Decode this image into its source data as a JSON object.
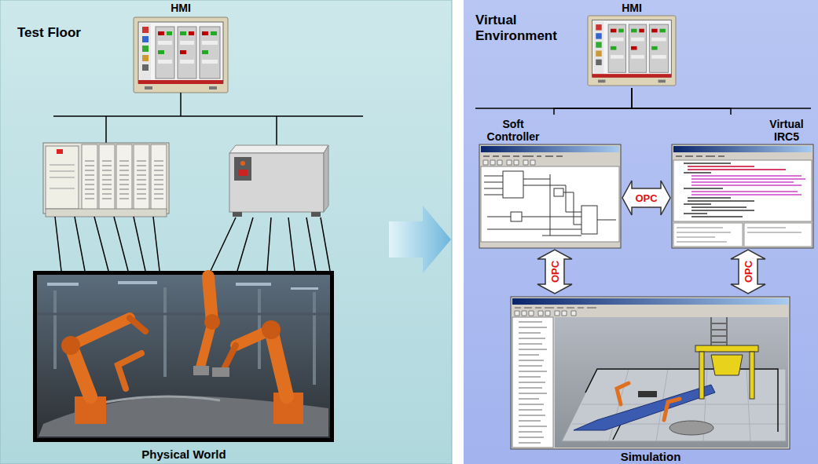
{
  "diagram": {
    "nodes": [
      {
        "text": [
          "Test Floor"
        ]
      },
      {
        "text": [
          "HMI"
        ],
        "in": 0
      },
      {
        "text": [
          "Physical World"
        ],
        "in": 0
      },
      {
        "text": [
          "Virtual Environment"
        ]
      },
      {
        "text": [
          "HMI"
        ],
        "in": 3
      },
      {
        "text": [
          "Soft Controller"
        ],
        "in": 3
      },
      {
        "text": [
          "Virtual IRC5"
        ],
        "in": 3
      },
      {
        "text": [
          "Simulation"
        ],
        "in": 3
      }
    ],
    "edges": [
      {
        "from": 4,
        "to": 5,
        "arrow": "none"
      },
      {
        "from": 4,
        "to": 6,
        "arrow": "none"
      },
      {
        "from": 5,
        "to": 6,
        "label": "OPC",
        "arrow": "both"
      },
      {
        "from": 5,
        "to": 7,
        "label": "OPC",
        "arrow": "both"
      },
      {
        "from": 6,
        "to": 7,
        "label": "OPC",
        "arrow": "both"
      }
    ]
  }
}
